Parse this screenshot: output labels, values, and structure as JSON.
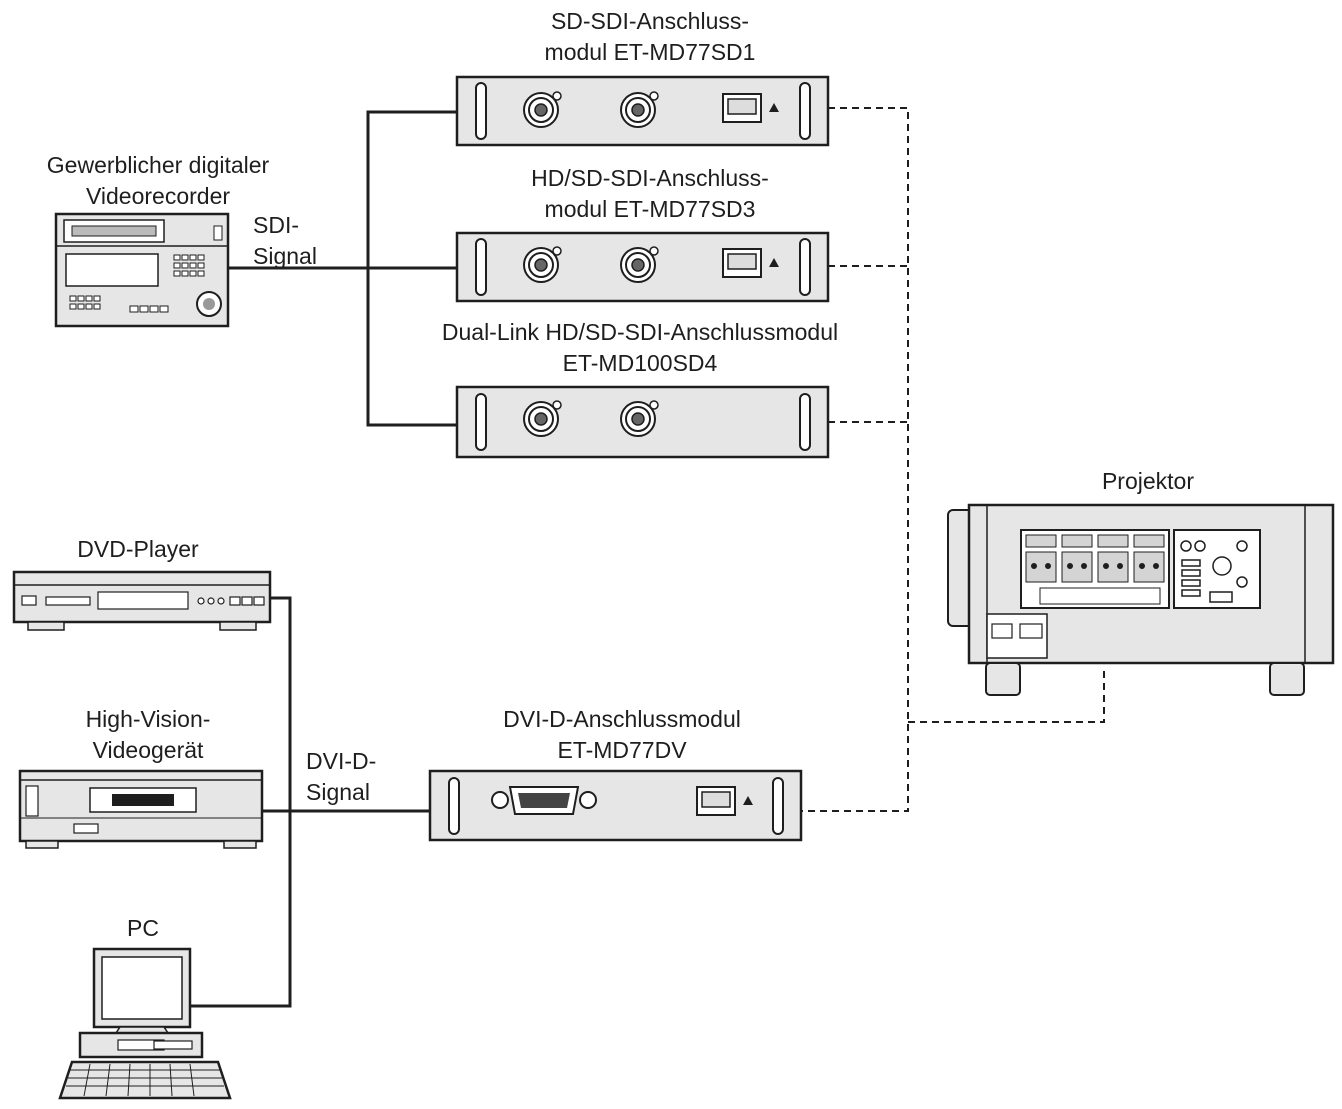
{
  "labels": {
    "vtr": [
      "Gewerblicher digitaler",
      "Videorecorder"
    ],
    "sdi_signal": [
      "SDI-",
      "Signal"
    ],
    "mod_sd1": [
      "SD-SDI-Anschluss-",
      "modul ET-MD77SD1"
    ],
    "mod_sd3": [
      "HD/SD-SDI-Anschluss-",
      "modul ET-MD77SD3"
    ],
    "mod_sd4": [
      "Dual-Link HD/SD-SDI-Anschlussmodul",
      "ET-MD100SD4"
    ],
    "projector": "Projektor",
    "dvd": "DVD-Player",
    "hv": [
      "High-Vision-",
      "Videogerät"
    ],
    "dvi_signal": [
      "DVI-D-",
      "Signal"
    ],
    "mod_dv": [
      "DVI-D-Anschlussmodul",
      "ET-MD77DV"
    ],
    "pc": "PC"
  },
  "colors": {
    "line": "#1e1e1e",
    "device_fill": "#e6e6e6",
    "panel_fill": "#d4d4d4"
  }
}
